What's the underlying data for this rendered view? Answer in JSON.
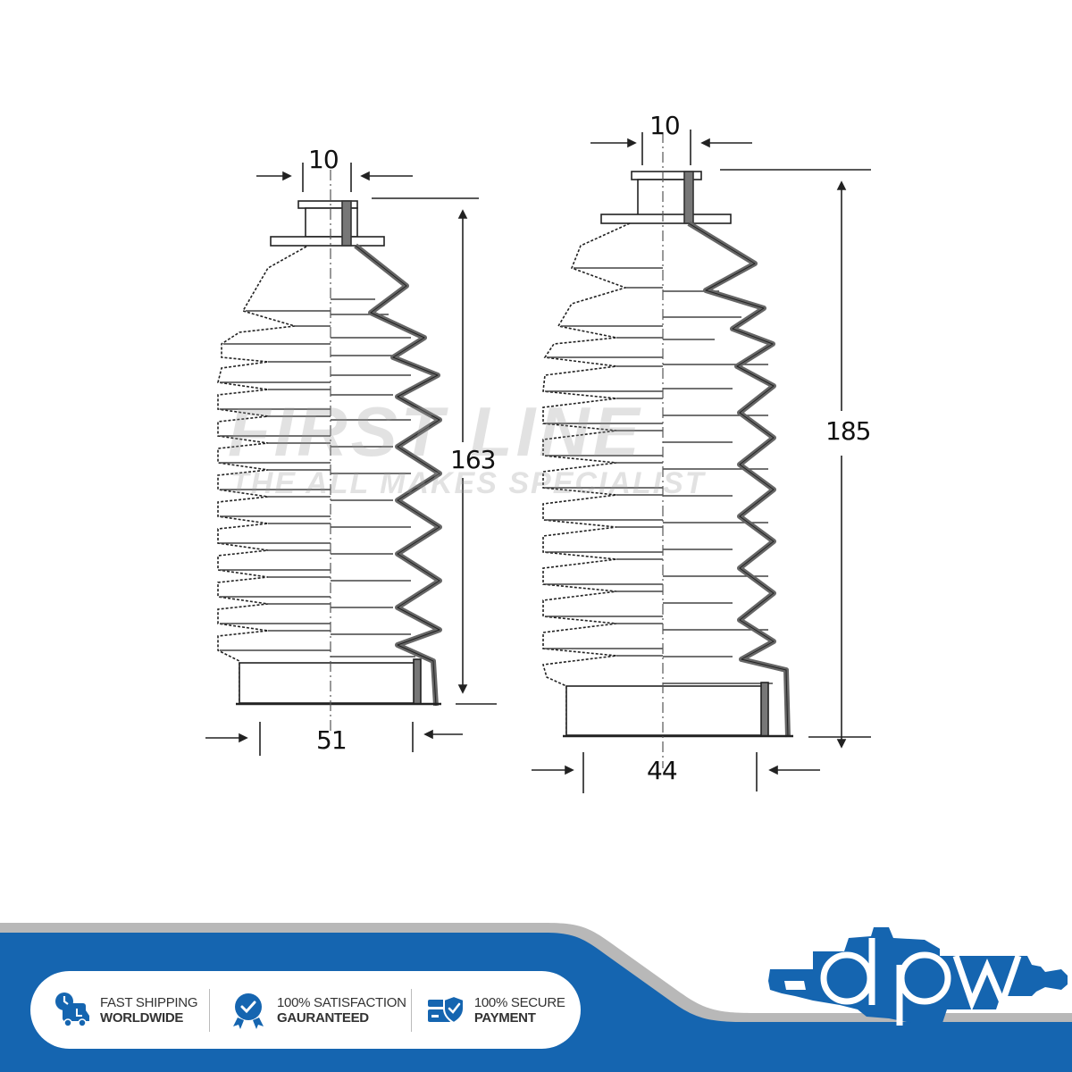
{
  "diagram": {
    "title": "Steering rack boot dimensional drawing",
    "watermark": {
      "brand": "FIRST LINE",
      "tagline": "THE ALL MAKES SPECIALIST"
    },
    "left_boot": {
      "top_diameter": "10",
      "height": "163",
      "bottom_diameter": "51"
    },
    "right_boot": {
      "top_diameter": "10",
      "height": "185",
      "bottom_diameter": "44"
    }
  },
  "banner": {
    "items": [
      {
        "icon": "shipping-truck-clock-icon",
        "line1": "FAST SHIPPING",
        "line2": "WORLDWIDE"
      },
      {
        "icon": "satisfaction-badge-check-icon",
        "line1": "100% SATISFACTION",
        "line2": "GAURANTEED"
      },
      {
        "icon": "secure-card-shield-icon",
        "line1": "100% SECURE",
        "line2": "PAYMENT"
      }
    ],
    "logo_text": "dpw",
    "colors": {
      "brand_blue": "#1565b0",
      "gray_stripe": "#b8b8b8",
      "text_dark": "#333333"
    }
  }
}
